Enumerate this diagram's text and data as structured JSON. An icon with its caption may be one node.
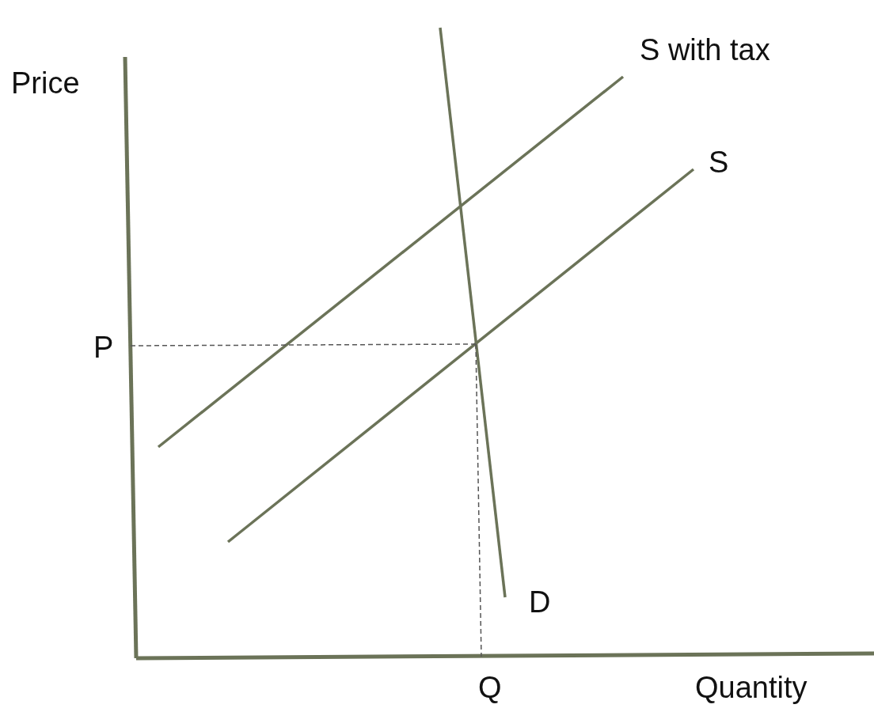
{
  "diagram": {
    "labels": [
      "Price",
      "S with tax",
      "S",
      "P",
      "D",
      "Q",
      "Quantity"
    ]
  }
}
